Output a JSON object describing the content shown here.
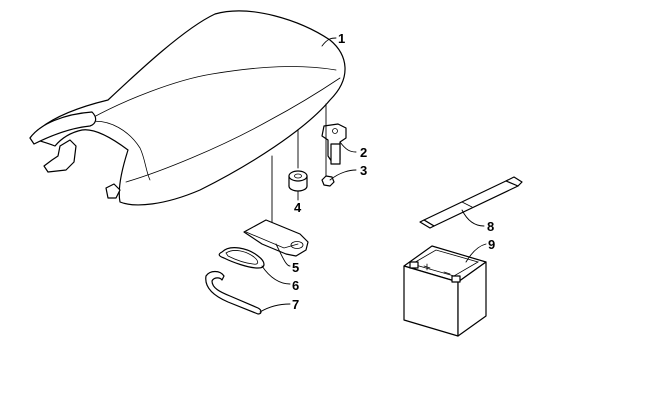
{
  "diagram": {
    "callouts": [
      {
        "id": "seat",
        "label": "1"
      },
      {
        "id": "latch-bracket",
        "label": "2"
      },
      {
        "id": "nut",
        "label": "3"
      },
      {
        "id": "bumper",
        "label": "4"
      },
      {
        "id": "tray",
        "label": "5"
      },
      {
        "id": "o-ring",
        "label": "6"
      },
      {
        "id": "wrench",
        "label": "7"
      },
      {
        "id": "strap",
        "label": "8"
      },
      {
        "id": "battery",
        "label": "9"
      }
    ]
  }
}
